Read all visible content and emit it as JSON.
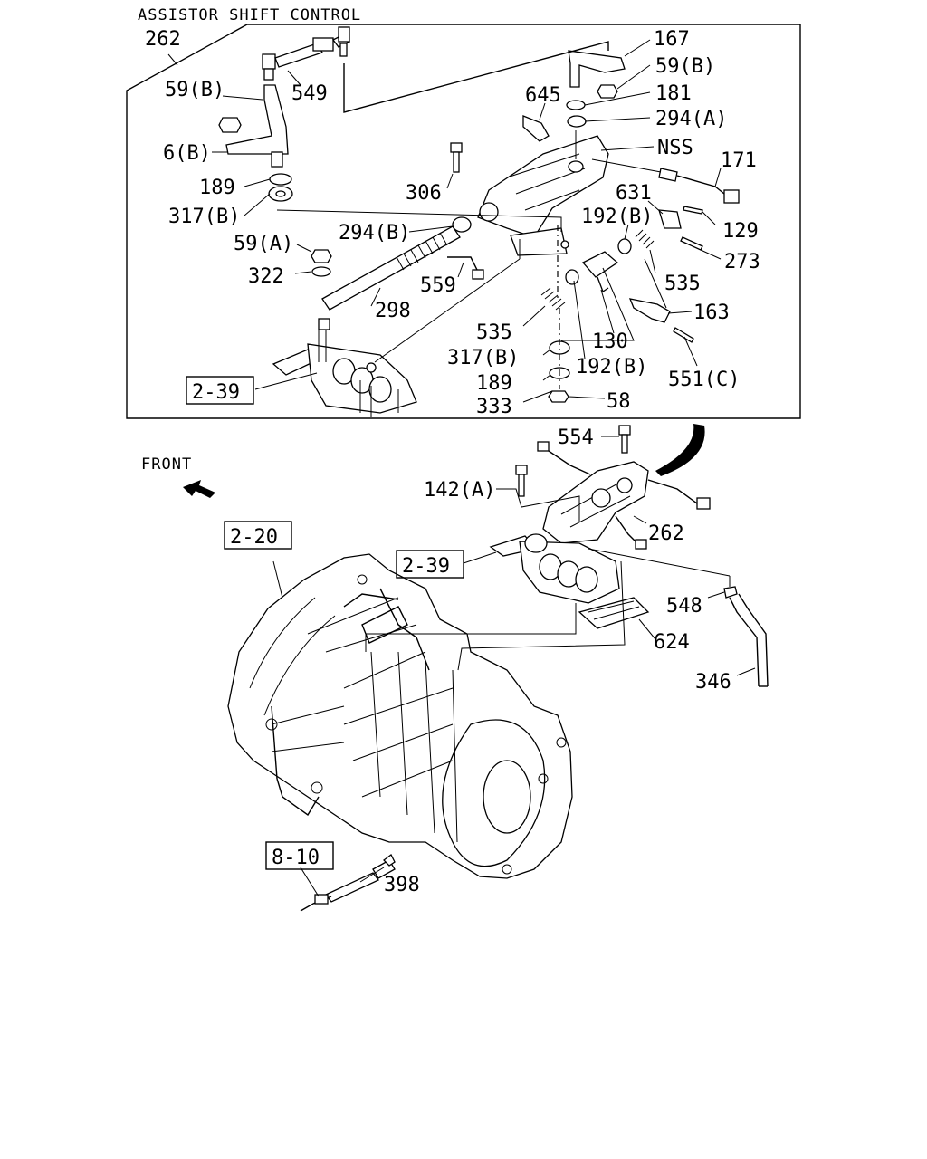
{
  "diagram": {
    "title": "ASSISTOR SHIFT CONTROL",
    "front_label": "FRONT",
    "callouts": {
      "c262_top": "262",
      "c59b_left": "59(B)",
      "c549": "549",
      "c6b": "6(B)",
      "c189_left": "189",
      "c317b_left": "317(B)",
      "c59a": "59(A)",
      "c322": "322",
      "c298": "298",
      "c294b": "294(B)",
      "c559": "559",
      "c306": "306",
      "c645": "645",
      "c167": "167",
      "c59b_right": "59(B)",
      "c181": "181",
      "c294a": "294(A)",
      "cNSS": "NSS",
      "c171": "171",
      "c631": "631",
      "c129": "129",
      "c192b_top": "192(B)",
      "c273": "273",
      "c535_right": "535",
      "c163": "163",
      "c535_left": "535",
      "c130": "130",
      "c317b_bottom": "317(B)",
      "c192b_bottom": "192(B)",
      "c189_bottom": "189",
      "c551c": "551(C)",
      "c333": "333",
      "c58": "58",
      "c554": "554",
      "c142a": "142(A)",
      "c262_bottom": "262",
      "c548": "548",
      "c624": "624",
      "c346": "346",
      "c398": "398"
    },
    "refs": {
      "r239_top": "2-39",
      "r220": "2-20",
      "r239_mid": "2-39",
      "r810": "8-10"
    }
  }
}
